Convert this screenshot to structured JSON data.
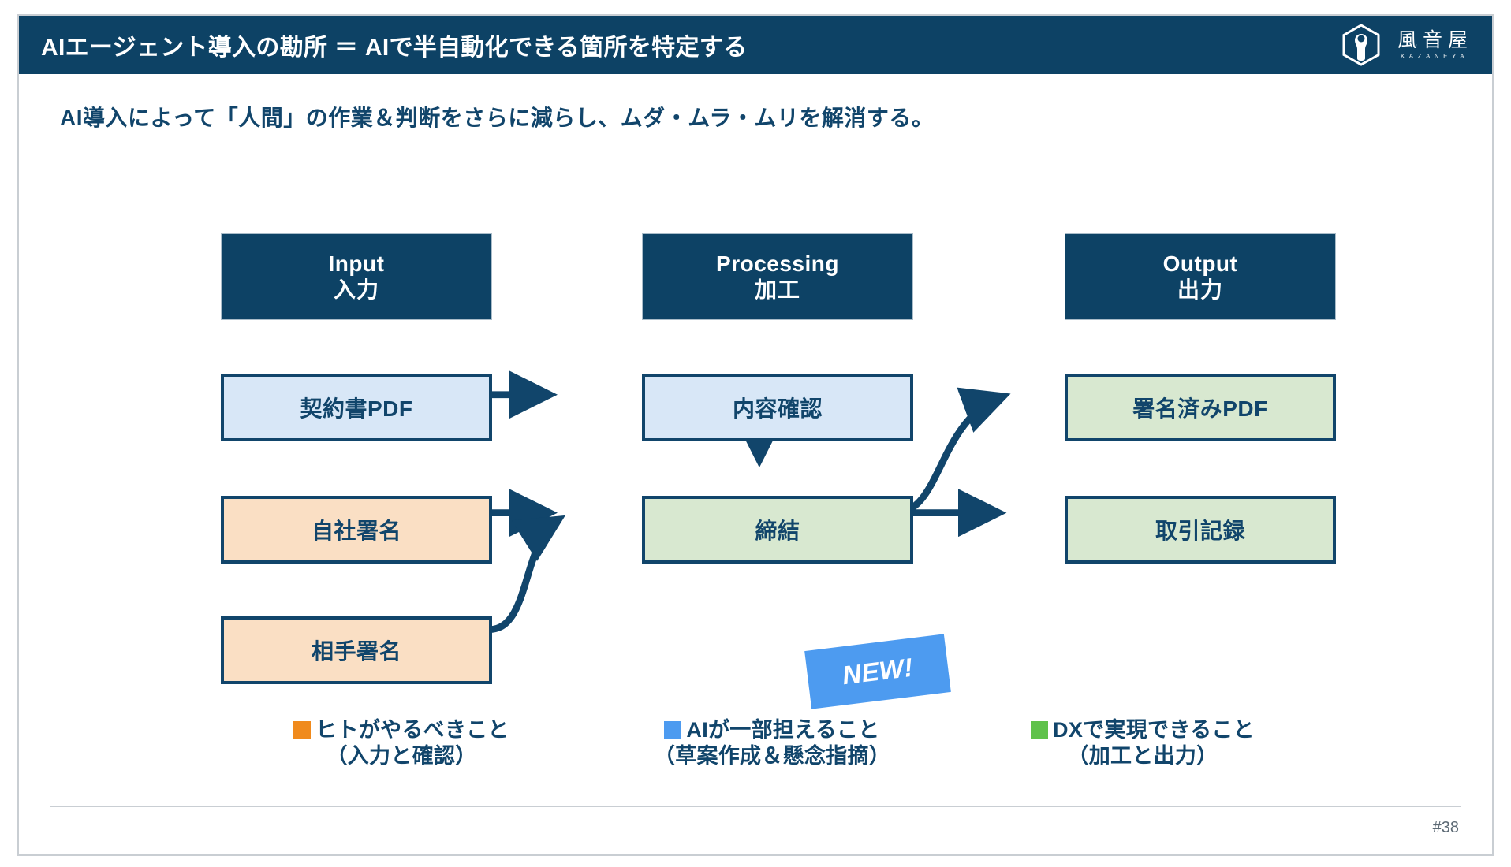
{
  "header": {
    "title": "AIエージェント導入の勘所 ＝ AIで半自動化できる箇所を特定する",
    "logo_jp": "風音屋",
    "logo_en": "KAZANEYA",
    "bar_color": "#0d4265"
  },
  "lead": "AI導入によって「人間」の作業＆判断をさらに減らし、ムダ・ムラ・ムリを解消する。",
  "columns": [
    {
      "en": "Input",
      "jp": "入力"
    },
    {
      "en": "Processing",
      "jp": "加工"
    },
    {
      "en": "Output",
      "jp": "出力"
    }
  ],
  "nodes": {
    "input": [
      {
        "label": "契約書PDF",
        "color": "blue"
      },
      {
        "label": "自社署名",
        "color": "peach"
      },
      {
        "label": "相手署名",
        "color": "peach"
      }
    ],
    "processing": [
      {
        "label": "内容確認",
        "color": "blue"
      },
      {
        "label": "締結",
        "color": "green"
      }
    ],
    "output": [
      {
        "label": "署名済みPDF",
        "color": "green"
      },
      {
        "label": "取引記録",
        "color": "green"
      }
    ]
  },
  "badge": {
    "text": "NEW!",
    "color": "#4d9bf0"
  },
  "legend": [
    {
      "swatch": "#f08a1c",
      "label": "ヒトがやるべきこと",
      "sub": "（入力と確認）"
    },
    {
      "swatch": "#4d9bf0",
      "label": "AIが一部担えること",
      "sub": "（草案作成＆懸念指摘）"
    },
    {
      "swatch": "#5fc24b",
      "label": "DXで実現できること",
      "sub": "（加工と出力）"
    }
  ],
  "page_number": "#38",
  "colors": {
    "brand_navy": "#0d4265",
    "node_border": "#11456b",
    "fill_blue": "#d8e7f7",
    "fill_green": "#d8e8d0",
    "fill_peach": "#fadfc4"
  }
}
